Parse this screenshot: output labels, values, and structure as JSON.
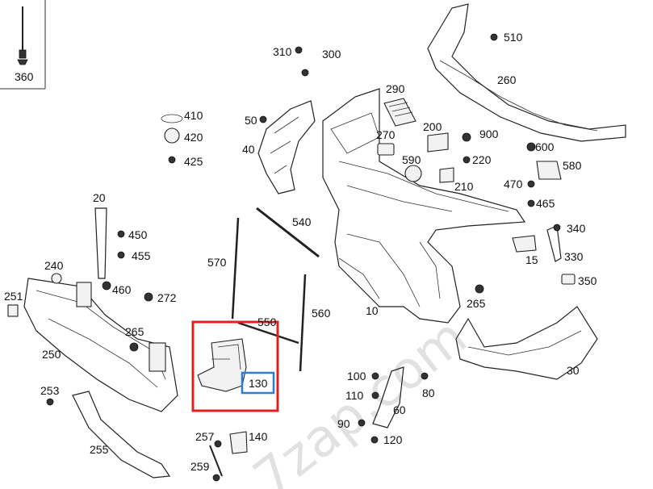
{
  "labels": {
    "p360": "360",
    "p310": "310",
    "p300": "300",
    "p510": "510",
    "p260": "260",
    "p410": "410",
    "p420": "420",
    "p425": "425",
    "p290": "290",
    "p50": "50",
    "p40": "40",
    "p270": "270",
    "p200": "200",
    "p900": "900",
    "p600": "600",
    "p590": "590",
    "p220": "220",
    "p580": "580",
    "p470": "470",
    "p210": "210",
    "p465": "465",
    "p20": "20",
    "p540": "540",
    "p450": "450",
    "p455": "455",
    "p340": "340",
    "p570": "570",
    "p330": "330",
    "p15": "15",
    "p240": "240",
    "p460": "460",
    "p350": "350",
    "p251": "251",
    "p272": "272",
    "p10": "10",
    "p265a": "265",
    "p265b": "265",
    "p560": "560",
    "p550": "550",
    "p250": "250",
    "p30": "30",
    "p100": "100",
    "p130": "130",
    "p110": "110",
    "p80": "80",
    "p253": "253",
    "p60": "60",
    "p90": "90",
    "p255": "255",
    "p257": "257",
    "p140": "140",
    "p120": "120",
    "p259": "259"
  },
  "watermark": "7zap.com",
  "highlight": {
    "box_color": "#e02020",
    "callout_color": "#2a7fd4",
    "part": "130"
  }
}
